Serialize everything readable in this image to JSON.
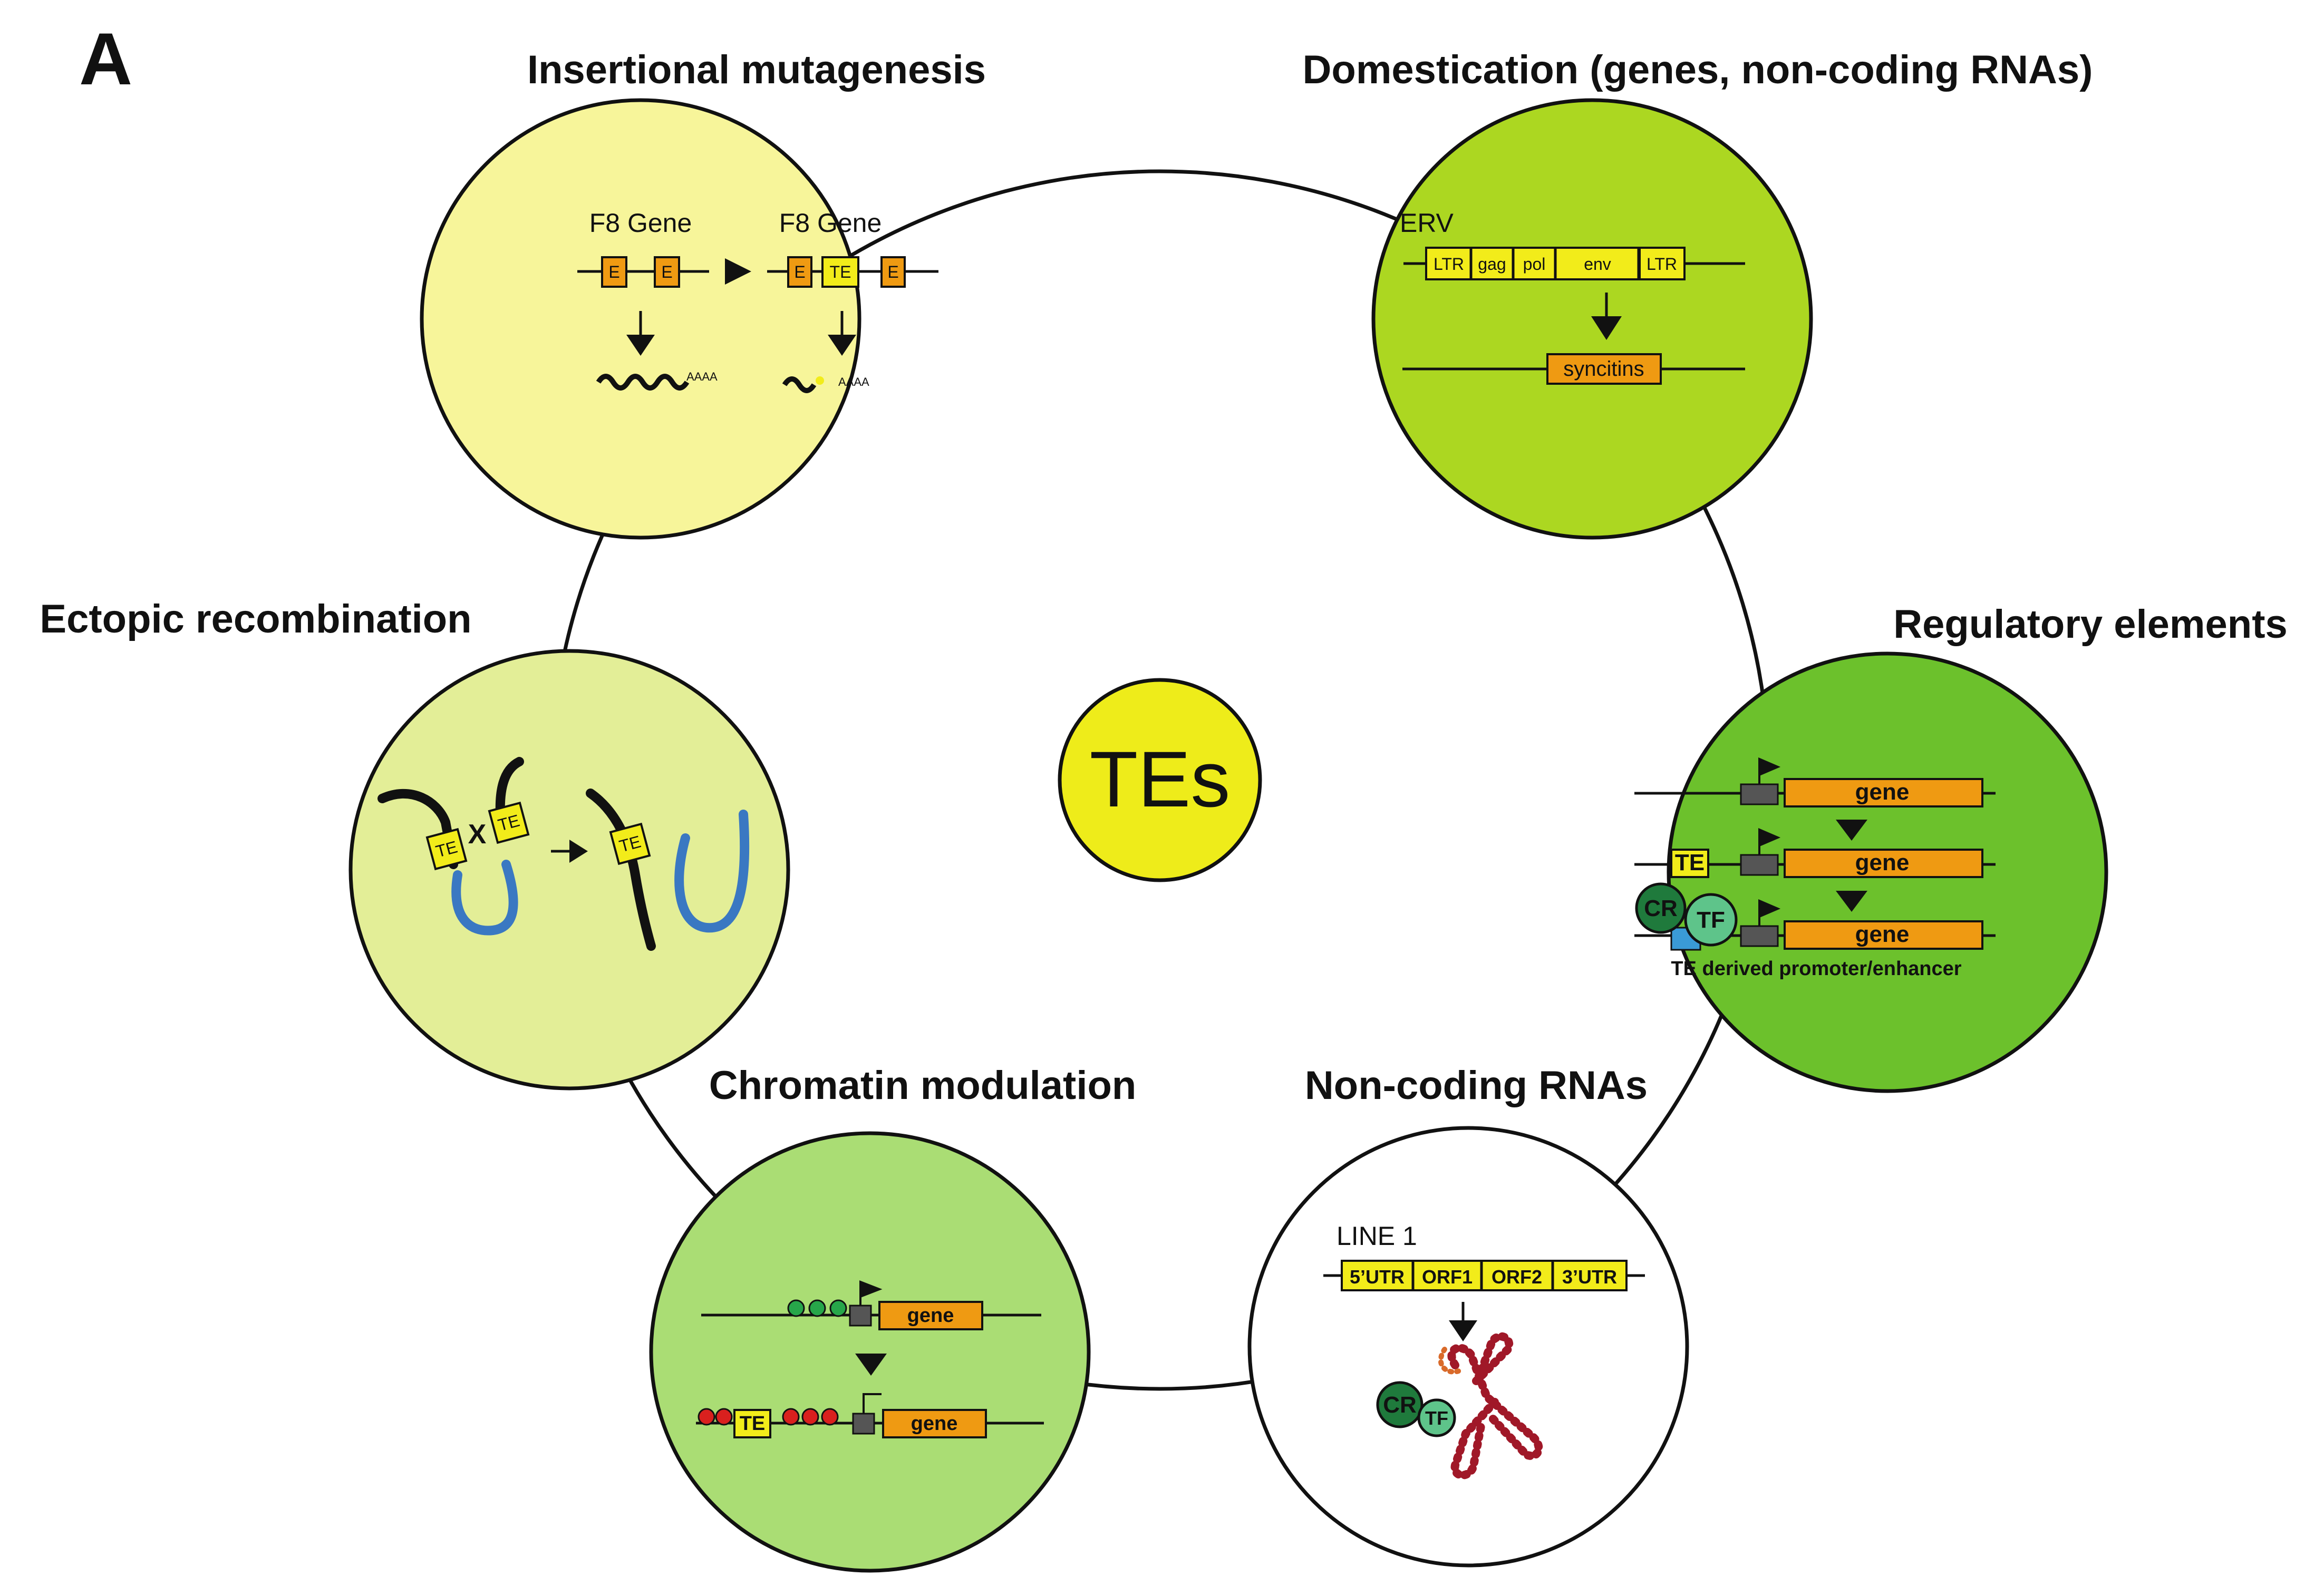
{
  "panel_letter": "A",
  "center": {
    "label": "TEs",
    "color": "#eeec1a"
  },
  "colors": {
    "te_yellow": "#f2ec1a",
    "gene_orange": "#ef9a12",
    "promoter_gray": "#555555",
    "chromatin_red": "#d9201e",
    "chromatin_green": "#27a64a",
    "cr_dark_green": "#1f7a3c",
    "tf_light_green": "#5ec48a",
    "blue_loop": "#3a78c2",
    "rna_red": "#a01828"
  },
  "sections": {
    "insertional": {
      "title": "Insertional mutagenesis",
      "fill": "#f7f59a",
      "left_gene_label": "F8 Gene",
      "right_gene_label": "F8 Gene",
      "exon_label": "E",
      "te_label": "TE",
      "polya_left": "AAAA",
      "polya_right": "AAAA"
    },
    "domestication": {
      "title": "Domestication (genes, non-coding RNAs)",
      "fill": "#acd721",
      "element_label": "ERV",
      "segments": [
        "LTR",
        "gag",
        "pol",
        "env",
        "LTR"
      ],
      "product_label": "syncitins"
    },
    "regulatory": {
      "title": "Regulatory elements",
      "fill": "#6cc12c",
      "gene_label": "gene",
      "te_label": "TE",
      "cr_label": "CR",
      "tf_label": "TF",
      "caption": "TE derived promoter/enhancer"
    },
    "noncoding": {
      "title": "Non-coding RNAs",
      "fill": "#ffffff",
      "element_label": "LINE 1",
      "segments": [
        "5’UTR",
        "ORF1",
        "ORF2",
        "3’UTR"
      ],
      "cr_label": "CR",
      "tf_label": "TF"
    },
    "chromatin": {
      "title": "Chromatin modulation",
      "fill": "#aadd74",
      "gene_label": "gene",
      "te_label": "TE"
    },
    "ectopic": {
      "title": "Ectopic recombination",
      "fill": "#e3ee97",
      "te_label": "TE",
      "cross_label": "X"
    }
  }
}
